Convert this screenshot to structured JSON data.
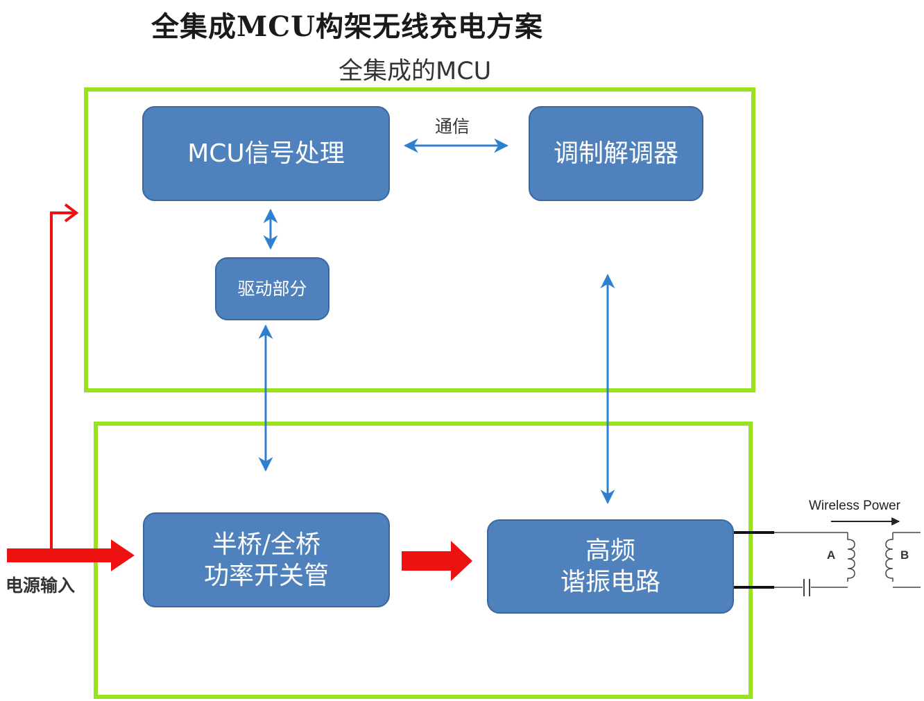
{
  "title": "全集成MCU构架无线充电方案",
  "subtitle": "全集成的MCU",
  "colors": {
    "frame": "#99e21e",
    "block_fill": "#4f81bd",
    "block_border": "#3a679d",
    "signal_arrow": "#2f7fd0",
    "power_arrow": "#ee1111"
  },
  "blocks": {
    "mcu": "MCU信号处理",
    "modem": "调制解调器",
    "driver": "驱动部分",
    "switch": [
      "半桥/全桥",
      "功率开关管"
    ],
    "resonant": [
      "高频",
      "谐振电路"
    ]
  },
  "labels": {
    "comm": "通信",
    "power_input": "电源输入",
    "wireless_power": "Wireless Power",
    "coil_a": "A",
    "coil_b": "B"
  }
}
